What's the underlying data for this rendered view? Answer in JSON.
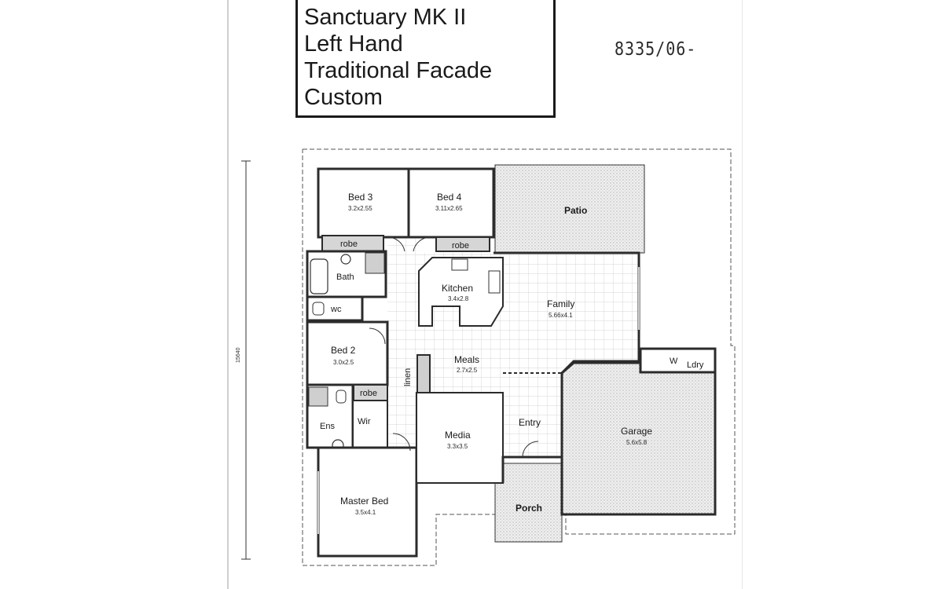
{
  "title_block": {
    "line1": "Sanctuary MK II",
    "line2": "Left Hand",
    "line3": "Traditional Facade",
    "line4": "Custom"
  },
  "reference_number": "8335/06-",
  "overall_dimension": "15640",
  "rooms": {
    "bed3": {
      "name": "Bed 3",
      "size": "3.2x2.55"
    },
    "bed4": {
      "name": "Bed 4",
      "size": "3.11x2.65"
    },
    "patio": {
      "name": "Patio"
    },
    "bath": {
      "name": "Bath"
    },
    "wc": {
      "name": "wc"
    },
    "kitchen": {
      "name": "Kitchen",
      "size": "3.4x2.8"
    },
    "family": {
      "name": "Family",
      "size": "5.66x4.1"
    },
    "bed2": {
      "name": "Bed 2",
      "size": "3.0x2.5"
    },
    "meals": {
      "name": "Meals",
      "size": "2.7x2.5"
    },
    "linen": {
      "name": "linen"
    },
    "laundry_w": {
      "name": "W"
    },
    "laundry": {
      "name": "Ldry"
    },
    "ens": {
      "name": "Ens"
    },
    "wir": {
      "name": "Wir"
    },
    "media": {
      "name": "Media",
      "size": "3.3x3.5"
    },
    "entry": {
      "name": "Entry"
    },
    "garage": {
      "name": "Garage",
      "size": "5.6x5.8"
    },
    "master": {
      "name": "Master Bed",
      "size": "3.5x4.1"
    },
    "porch": {
      "name": "Porch"
    }
  },
  "robes": {
    "robe1": "robe",
    "robe2": "robe",
    "robe3": "robe"
  },
  "colors": {
    "ink": "#1a1a1a",
    "wall": "#2b2b2b",
    "tile": "#c9c9c9",
    "paving": "#d9d9d9"
  }
}
